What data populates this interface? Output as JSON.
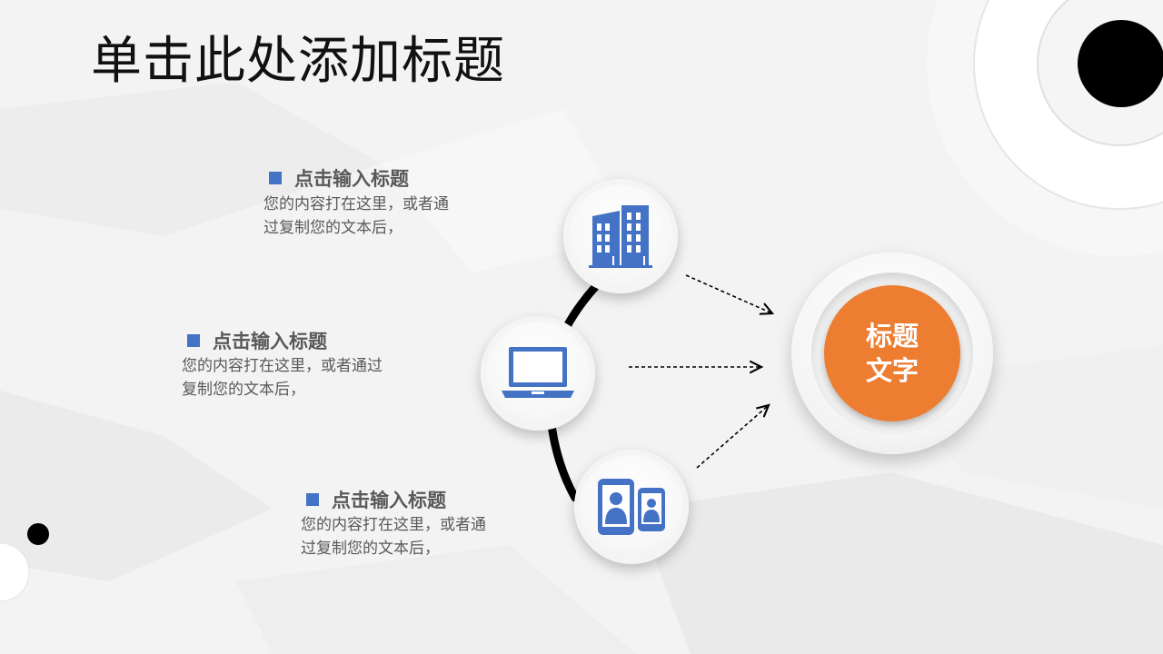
{
  "slide": {
    "title": "单击此处添加标题"
  },
  "items": [
    {
      "heading": "点击输入标题",
      "desc_line1": "您的内容打在这里，或者通",
      "desc_line2": "过复制您的文本后，",
      "icon": "building-icon"
    },
    {
      "heading": "点击输入标题",
      "desc_line1": "您的内容打在这里，或者通过",
      "desc_line2": "复制您的文本后，",
      "icon": "laptop-icon"
    },
    {
      "heading": "点击输入标题",
      "desc_line1": "您的内容打在这里，或者通",
      "desc_line2": "过复制您的文本后，",
      "icon": "phone-contacts-icon"
    }
  ],
  "target": {
    "line1": "标题",
    "line2": "文字"
  },
  "colors": {
    "accent_blue": "#4472c4",
    "accent_orange": "#ed7d31",
    "text_gray": "#595959"
  }
}
